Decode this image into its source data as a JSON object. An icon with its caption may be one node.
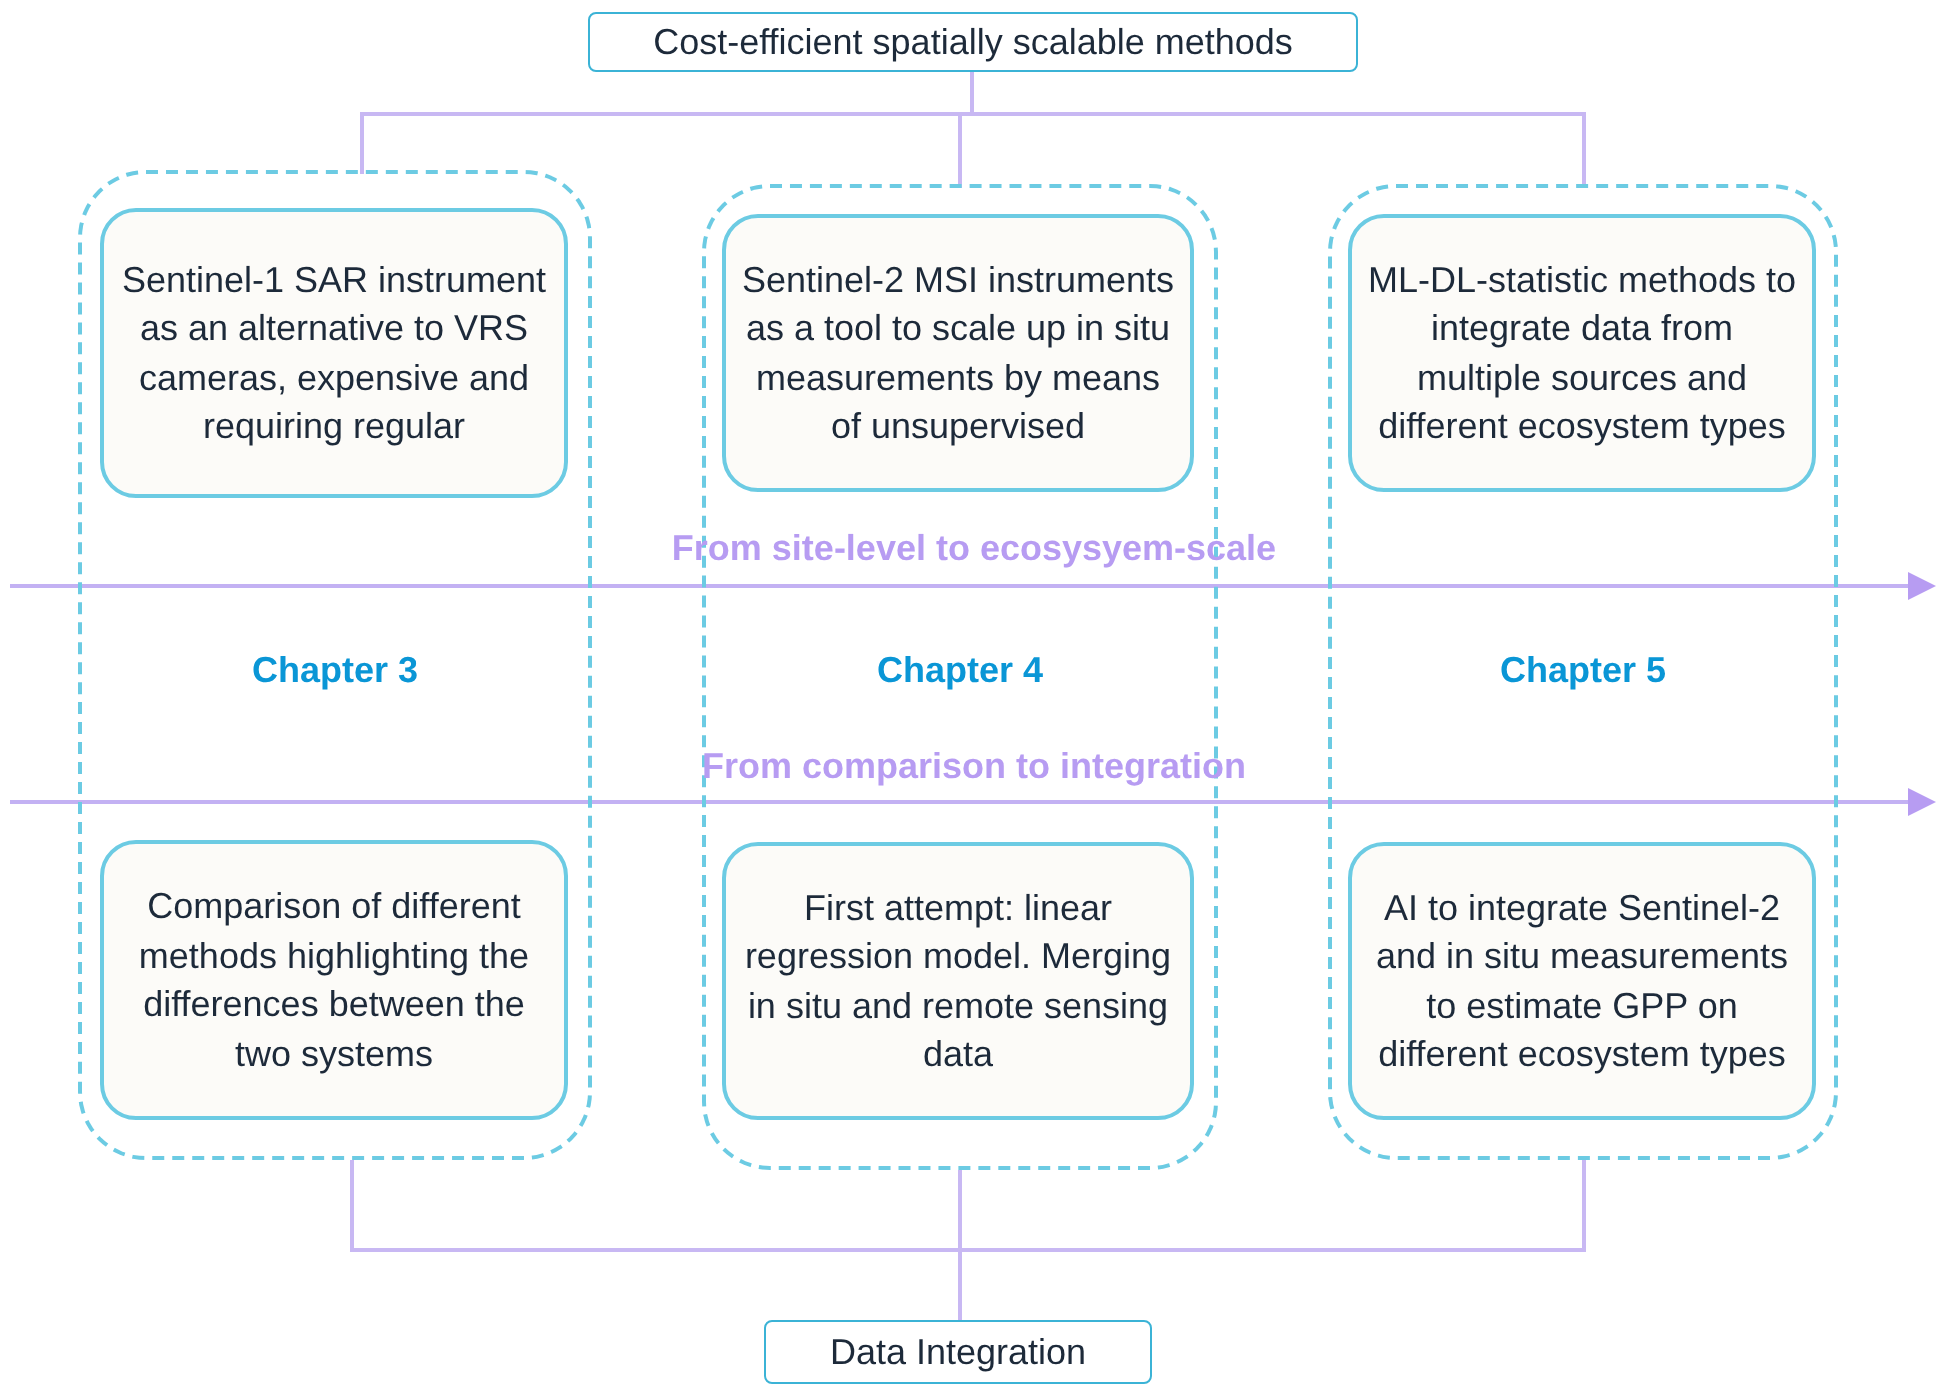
{
  "diagram": {
    "nodes": [
      {
        "text": [
          "Cost-efficient spatially scalable methods"
        ]
      },
      {
        "text": [
          "Chapter 3"
        ]
      },
      {
        "text": [
          "Sentinel-1 SAR instrument as an alternative to VRS cameras, expensive and requiring regular"
        ],
        "in": 1
      },
      {
        "text": [
          "Comparison of different methods highlighting the differences between the two systems"
        ],
        "in": 1
      },
      {
        "text": [
          "Chapter 4"
        ]
      },
      {
        "text": [
          "Sentinel-2 MSI instruments as a tool to scale up in situ measurements by means of unsupervised"
        ],
        "in": 4
      },
      {
        "text": [
          "First attempt: linear regression model. Merging in situ and remote sensing data"
        ],
        "in": 4
      },
      {
        "text": [
          "Chapter 5"
        ]
      },
      {
        "text": [
          "ML-DL-statistic methods to integrate data from multiple sources and different ecosystem types"
        ],
        "in": 7
      },
      {
        "text": [
          "AI to integrate Sentinel-2 and in situ measurements to estimate GPP on different ecosystem types"
        ],
        "in": 7
      },
      {
        "text": [
          "Data Integration"
        ]
      }
    ],
    "edges": [
      {
        "from": 0,
        "to": 1,
        "arrow": "none"
      },
      {
        "from": 0,
        "to": 4,
        "arrow": "none"
      },
      {
        "from": 0,
        "to": 7,
        "arrow": "none"
      },
      {
        "from": 1,
        "to": 10,
        "arrow": "none"
      },
      {
        "from": 4,
        "to": 10,
        "arrow": "none"
      },
      {
        "from": 7,
        "to": 10,
        "arrow": "none"
      }
    ],
    "labels": [
      "From site-level to ecosysyem-scale",
      "From comparison to integration"
    ]
  }
}
